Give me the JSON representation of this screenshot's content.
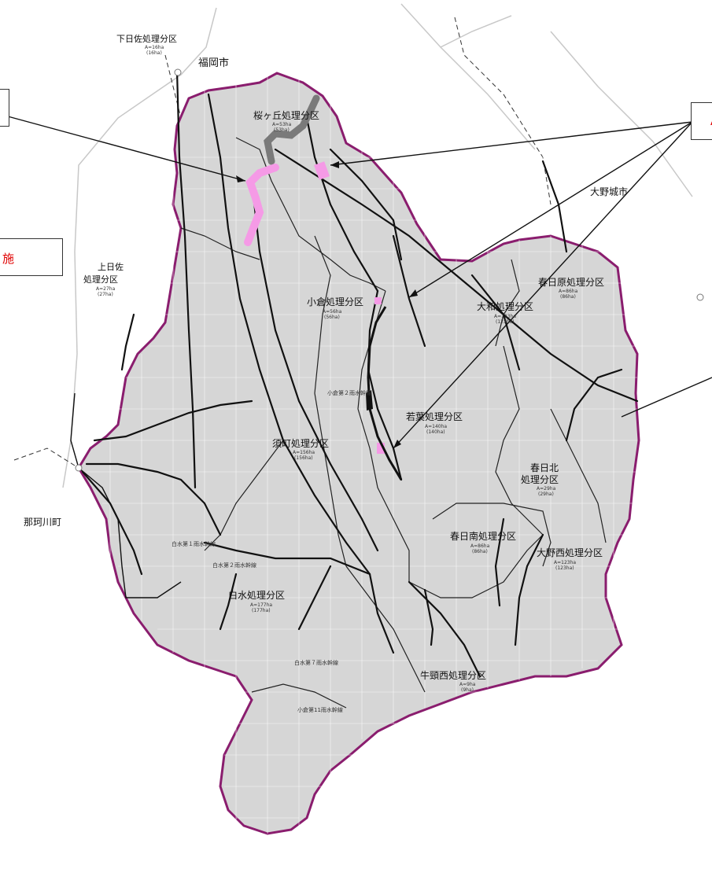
{
  "map": {
    "colors": {
      "boundary": "#8a1d6e",
      "highlight": "#f59ae6",
      "existing": "#777777",
      "pipe": "#111111",
      "fill": "#d6d6d6",
      "callout_text": "#e00000"
    },
    "cities": {
      "fukuoka": "福岡市",
      "onojo": "大野城市",
      "nakagawa": "那珂川町"
    },
    "outside_districts": {
      "shimohiza": "下日佐処理分区",
      "shimohiza_area1": "A=16ha",
      "shimohiza_area2": "(16ha)",
      "kamihiza_1": "上日佐",
      "kamihiza_2": "処理分区",
      "kamihiza_area1": "A=27ha",
      "kamihiza_area2": "(27ha)"
    },
    "districts": {
      "sakuragaoka": "桜ヶ丘処理分区",
      "sakuragaoka_area1": "A=53ha",
      "sakuragaoka_area2": "(53ha)",
      "ogura": "小倉処理分区",
      "ogura_area1": "A=56ha",
      "ogura_area2": "(56ha)",
      "kasugabaru": "春日原処理分区",
      "kasugabaru_area1": "A=86ha",
      "kasugabaru_area2": "(86ha)",
      "yamato": "大和処理分区",
      "yamato_area1": "A=123ha",
      "yamato_area2": "(123ha)",
      "wakaba": "若葉処理分区",
      "wakaba_area1": "A=140ha",
      "wakaba_area2": "(140ha)",
      "sumachi": "須町処理分区",
      "sumachi_area1": "A=156ha",
      "sumachi_area2": "(156ha)",
      "kasugakita_1": "春日北",
      "kasugakita_2": "処理分区",
      "kasugakita_area1": "A=29ha",
      "kasugakita_area2": "(29ha)",
      "kasugaminami": "春日南処理分区",
      "kasugaminami_area1": "A=86ha",
      "kasugaminami_area2": "(86ha)",
      "onishi": "大野西処理分区",
      "onishi_area1": "A=123ha",
      "onishi_area2": "(123ha)",
      "hakusui": "白水処理分区",
      "hakusui_area1": "A=177ha",
      "hakusui_area2": "(177ha)",
      "ushikubi": "牛頸西処理分区",
      "ushikubi_area1": "A=9ha",
      "ushikubi_area2": "(9ha)"
    },
    "pipe_labels": {
      "hakusui1": "白水第１雨水幹線",
      "hakusui2": "白水第２雨水幹線",
      "hakusui7": "白水第７雨水幹線",
      "ogura2": "小倉第２雨水幹線",
      "ogura11": "小倉第11雨水幹線"
    },
    "callouts": {
      "right_text": "A",
      "left_mid_text": "施"
    }
  }
}
